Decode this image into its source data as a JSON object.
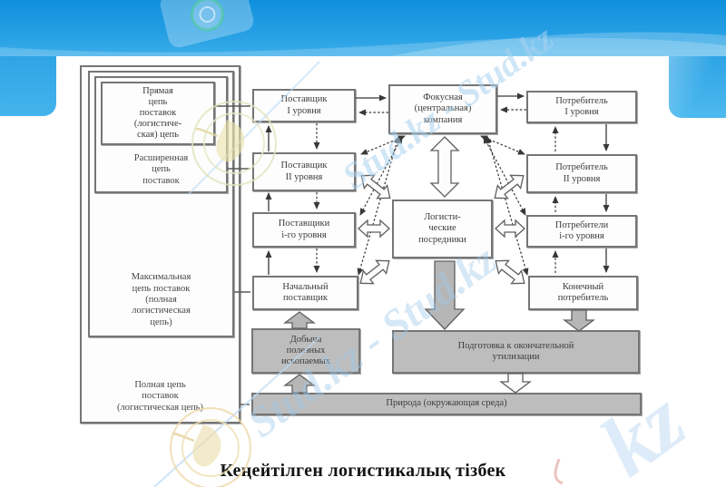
{
  "caption": "Кеңейтілген логистикалық тізбек",
  "watermarks": {
    "stud_top": "Stud.kz - Stud.kz",
    "stud_mid": "Stud.kz - Stud.kz",
    "kz": "kz"
  },
  "diagram": {
    "chain_labels": {
      "direct": "Прямая\nцепь\nпоставок\n(логистиче-\nская) цепь",
      "extended": "Расширенная\nцепь\nпоставок",
      "maximal": "Максимальная\nцепь поставок\n(полная\nлогистическая\nцепь)",
      "full": "Полная цепь\nпоставок\n(логистическая цепь)"
    },
    "suppliers": [
      {
        "label": "Поставщик\nI уровня"
      },
      {
        "label": "Поставщик\nII уровня"
      },
      {
        "label": "Поставщики\ni-го уровня"
      },
      {
        "label": "Начальный\nпоставщик"
      }
    ],
    "center": {
      "focus": "Фокусная\n(центральная)\nкомпания",
      "intermediaries": "Логисти-\nческие\nпосредники"
    },
    "consumers": [
      {
        "label": "Потребитель\nI уровня"
      },
      {
        "label": "Потребитель\nII уровня"
      },
      {
        "label": "Потребители\ni-го уровня"
      },
      {
        "label": "Конечный\nпотребитель"
      }
    ],
    "bottom": {
      "extraction": "Добыча\nполезных\nископаемых",
      "disposal": "Подготовка к окончательной\nутилизации",
      "nature": "Природа (окружающая среда)"
    }
  },
  "colors": {
    "header_blue_top": "#0f8fdc",
    "header_blue_bottom": "#45b4ec",
    "box_gray": "#bdbdbd",
    "border_gray": "#757575",
    "watermark_blue": "#a9d2f0",
    "logo_yellow_green": "#e3e8ba"
  }
}
